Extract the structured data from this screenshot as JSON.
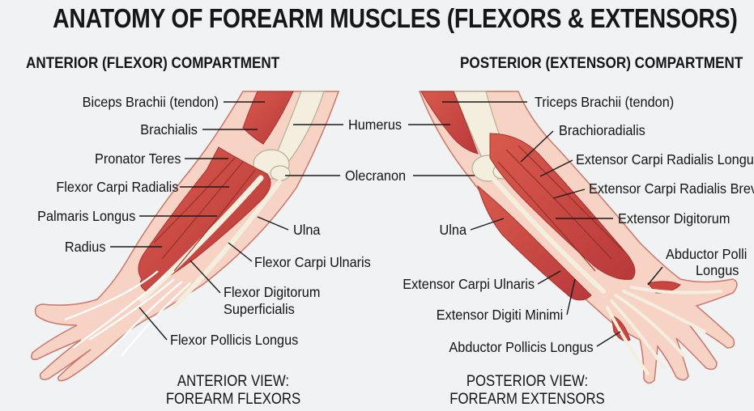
{
  "title": "ANATOMY OF FOREARM MUSCLES (FLEXORS & EXTENSORS)",
  "anterior": {
    "heading": "ANTERIOR (FLEXOR) COMPARTMENT",
    "labels": {
      "biceps": "Biceps Brachii (tendon)",
      "brachialis": "Brachialis",
      "pronator": "Pronator Teres",
      "fcr": "Flexor Carpi Radialis",
      "palmaris": "Palmaris Longus",
      "radius": "Radius",
      "ulna": "Ulna",
      "fcu": "Flexor Carpi Ulnaris",
      "fds_1": "Flexor Digitorum",
      "fds_2": "Superficialis",
      "fpl": "Flexor Pollicis Longus"
    },
    "caption_1": "ANTERIOR VIEW:",
    "caption_2": "FOREARM FLEXORS"
  },
  "shared": {
    "humerus": "Humerus",
    "olecranon": "Olecranon"
  },
  "posterior": {
    "heading": "POSTERIOR (EXTENSOR) COMPARTMENT",
    "labels": {
      "triceps": "Triceps Brachii (tendon)",
      "brachioradialis": "Brachioradialis",
      "ecrl": "Extensor Carpi Radialis Longu",
      "ecrb": "Extensor Carpi Radialis Brev",
      "ed": "Extensor Digitorum",
      "ulna": "Ulna",
      "apl_1": "Abductor Polli",
      "apl_2": "Longus",
      "ecu": "Extensor Carpi Ulnaris",
      "edm": "Extensor Digiti Minimi",
      "apl_full": "Abductor Pollicis Longus"
    },
    "caption_1": "POSTERIOR VIEW:",
    "caption_2": "FOREARM EXTENSORS"
  },
  "colors": {
    "skin": "#f6d3c5",
    "skin_edge": "#c9786a",
    "muscle": "#c8463f",
    "muscle_dark": "#a8302c",
    "muscle_light": "#df7a6c",
    "bone": "#f3eede",
    "bone_edge": "#b7ad92",
    "tendon": "#ffffff"
  }
}
